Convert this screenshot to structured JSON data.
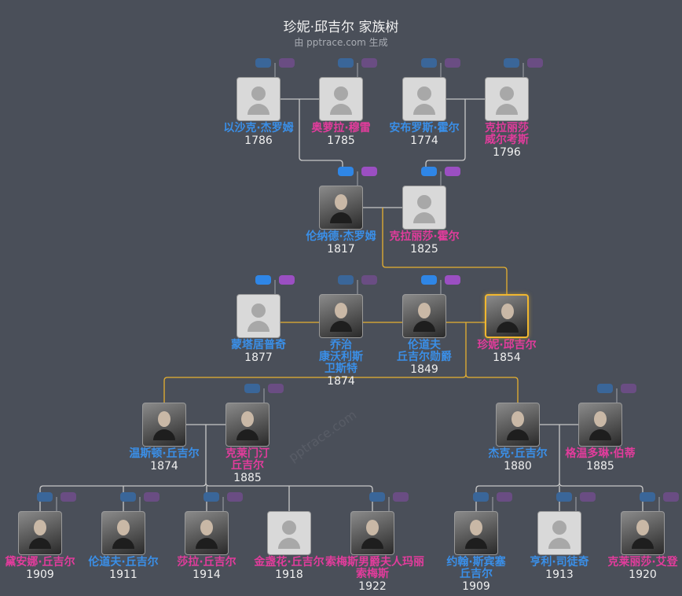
{
  "title": "珍妮·邱吉尔 家族树",
  "subtitle": "由 pptrace.com 生成",
  "watermark": "pptrace.com",
  "colors": {
    "male": "#3a8fe8",
    "female": "#e23c9c",
    "highlight_line": "#e6b030",
    "line": "#c8c8c8",
    "background": "#4a4f59"
  },
  "people": [
    {
      "name_lines": [
        "以沙克·杰罗姆"
      ],
      "year": "1786",
      "gender": "m",
      "photo": false
    },
    {
      "name_lines": [
        "奥萝拉·穆雷"
      ],
      "year": "1785",
      "gender": "f",
      "photo": false
    },
    {
      "name_lines": [
        "安布罗斯·霍尔"
      ],
      "year": "1774",
      "gender": "m",
      "photo": false
    },
    {
      "name_lines": [
        "克拉丽莎",
        "威尔考斯"
      ],
      "year": "1796",
      "gender": "f",
      "photo": false
    },
    {
      "name_lines": [
        "伦纳德·杰罗姆"
      ],
      "year": "1817",
      "gender": "m",
      "photo": true
    },
    {
      "name_lines": [
        "克拉丽莎·霍尔"
      ],
      "year": "1825",
      "gender": "f",
      "photo": false
    },
    {
      "name_lines": [
        "蒙塔居普奇"
      ],
      "year": "1877",
      "gender": "m",
      "photo": false
    },
    {
      "name_lines": [
        "乔治",
        "康沃利斯",
        "卫斯特"
      ],
      "year": "1874",
      "gender": "m",
      "photo": true
    },
    {
      "name_lines": [
        "伦道夫",
        "丘吉尔勋爵"
      ],
      "year": "1849",
      "gender": "m",
      "photo": true
    },
    {
      "name_lines": [
        "珍妮·邱吉尔"
      ],
      "year": "1854",
      "gender": "f",
      "photo": true,
      "focus": true
    },
    {
      "name_lines": [
        "温斯顿·丘吉尔"
      ],
      "year": "1874",
      "gender": "m",
      "photo": true
    },
    {
      "name_lines": [
        "克莱门汀",
        "丘吉尔"
      ],
      "year": "1885",
      "gender": "f",
      "photo": true
    },
    {
      "name_lines": [
        "杰克·丘吉尔"
      ],
      "year": "1880",
      "gender": "m",
      "photo": true
    },
    {
      "name_lines": [
        "格温多琳·伯蒂"
      ],
      "year": "1885",
      "gender": "f",
      "photo": true
    },
    {
      "name_lines": [
        "黛安娜·丘吉尔"
      ],
      "year": "1909",
      "gender": "f",
      "photo": true
    },
    {
      "name_lines": [
        "伦道夫·丘吉尔"
      ],
      "year": "1911",
      "gender": "m",
      "photo": true
    },
    {
      "name_lines": [
        "莎拉·丘吉尔"
      ],
      "year": "1914",
      "gender": "f",
      "photo": true
    },
    {
      "name_lines": [
        "金盏花·丘吉尔"
      ],
      "year": "1918",
      "gender": "f",
      "photo": false
    },
    {
      "name_lines": [
        "索梅斯男爵夫人玛丽",
        "索梅斯"
      ],
      "year": "1922",
      "gender": "f",
      "photo": true
    },
    {
      "name_lines": [
        "约翰·斯宾塞",
        "丘吉尔"
      ],
      "year": "1909",
      "gender": "m",
      "photo": true
    },
    {
      "name_lines": [
        "亨利·司徒奇"
      ],
      "year": "1913",
      "gender": "m",
      "photo": false
    },
    {
      "name_lines": [
        "克莱丽莎·艾登"
      ],
      "year": "1920",
      "gender": "f",
      "photo": true
    }
  ]
}
